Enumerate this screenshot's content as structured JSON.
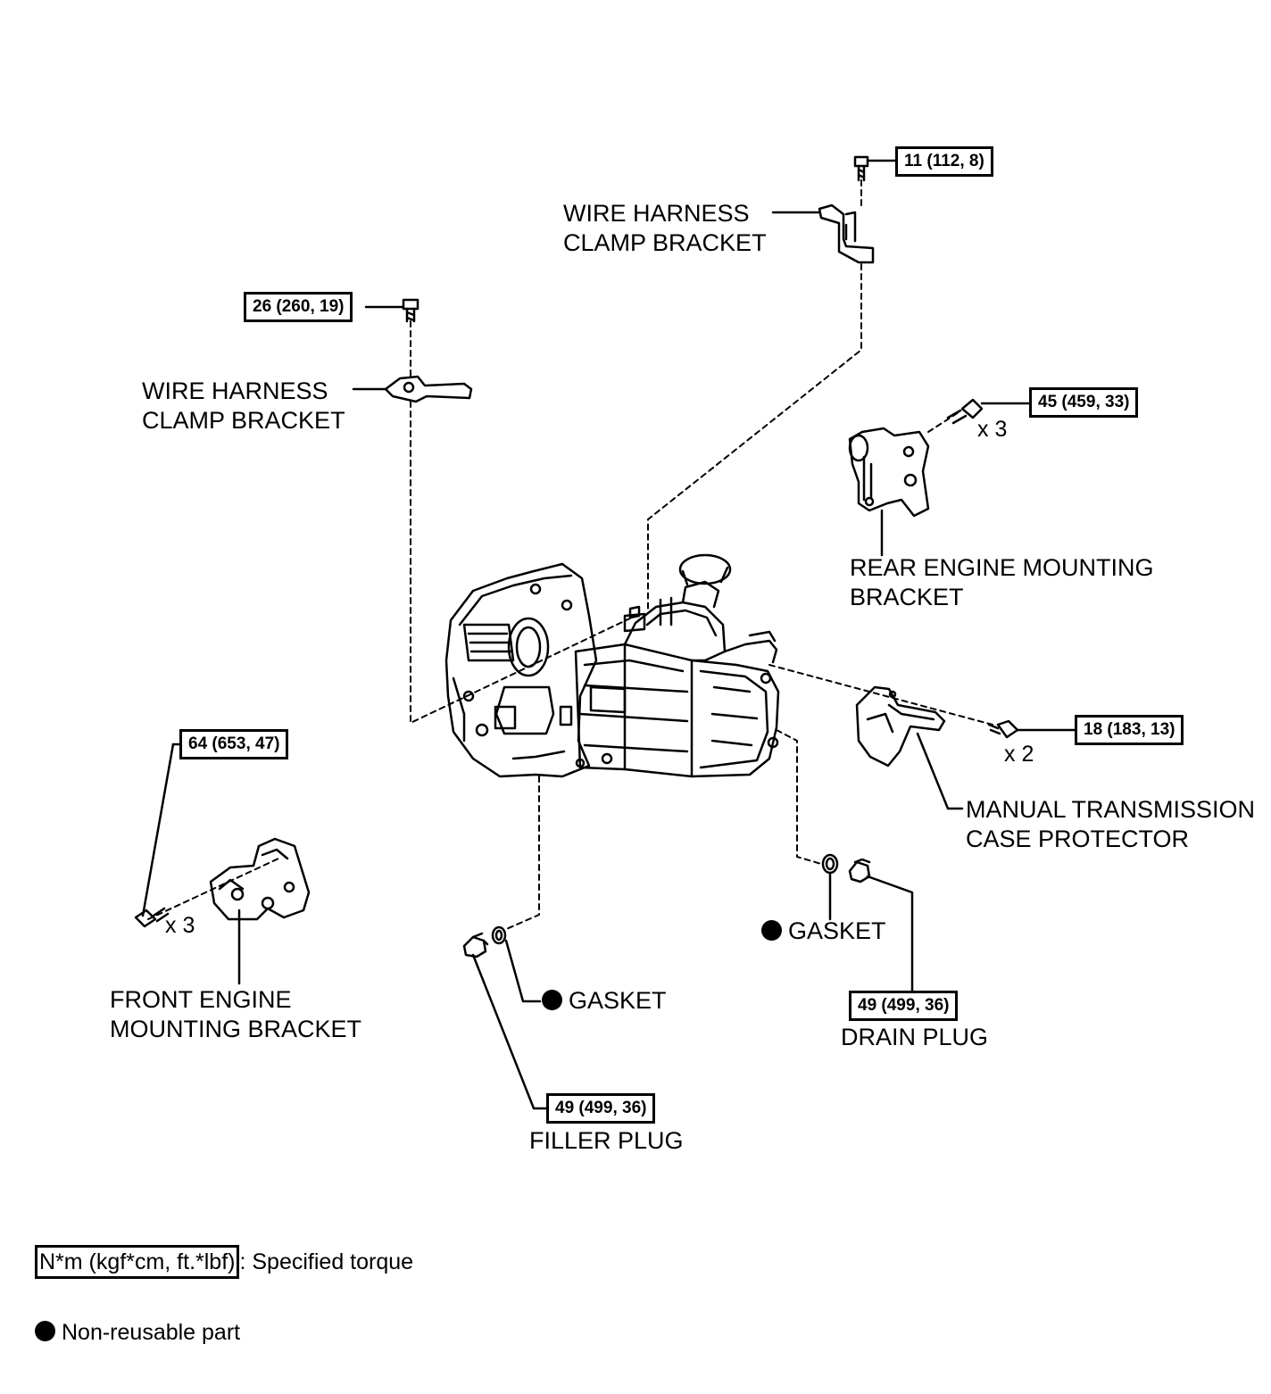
{
  "parts": {
    "wire_harness_bracket_upper": {
      "line1": "WIRE HARNESS",
      "line2": "CLAMP BRACKET",
      "torque": "11 (112, 8)"
    },
    "wire_harness_bracket_left": {
      "line1": "WIRE HARNESS",
      "line2": "CLAMP BRACKET",
      "torque": "26 (260, 19)"
    },
    "rear_engine_mounting_bracket": {
      "line1": "REAR ENGINE MOUNTING",
      "line2": "BRACKET",
      "torque": "45 (459, 33)",
      "qty": "x 3"
    },
    "case_protector": {
      "line1": "MANUAL TRANSMISSION",
      "line2": "CASE PROTECTOR",
      "torque": "18 (183, 13)",
      "qty": "x 2"
    },
    "front_engine_mounting_bracket": {
      "line1": "FRONT ENGINE",
      "line2": "MOUNTING BRACKET",
      "torque": "64 (653, 47)",
      "qty": "x 3"
    },
    "filler_side_gasket": {
      "label": "GASKET"
    },
    "filler_plug": {
      "label": "FILLER PLUG",
      "torque": "49 (499, 36)"
    },
    "drain_side_gasket": {
      "label": "GASKET"
    },
    "drain_plug": {
      "label": "DRAIN PLUG",
      "torque": "49 (499, 36)"
    }
  },
  "legend": {
    "torque_unit": "N*m (kgf*cm, ft.*lbf)",
    "torque_desc": ": Specified torque",
    "non_reusable": "Non-reusable part"
  }
}
